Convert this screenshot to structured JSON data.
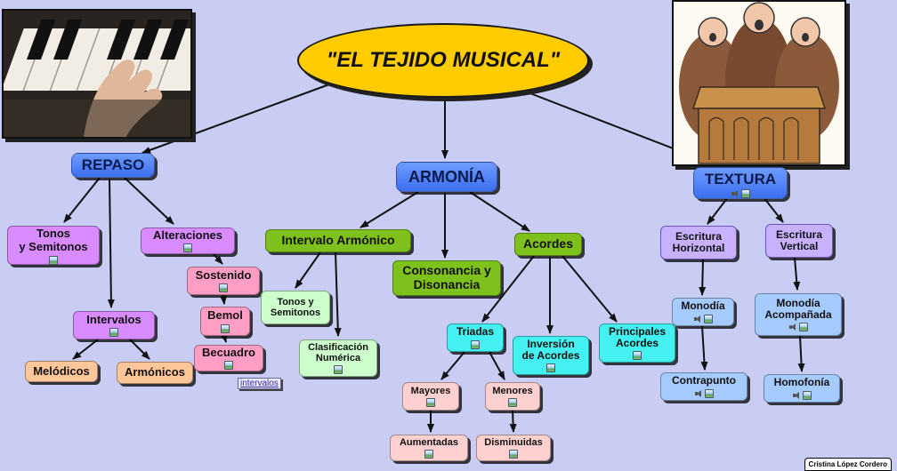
{
  "title": "\"EL TEJIDO MUSICAL\"",
  "nodes": {
    "repaso": "REPASO",
    "armonia": "ARMONÍA",
    "textura": "TEXTURA",
    "tonos": "Tonos\ny Semitonos",
    "alteraciones": "Alteraciones",
    "intervalos": "Intervalos",
    "melodicos": "Melódicos",
    "armonicos": "Armónicos",
    "sostenido": "Sostenido",
    "bemol": "Bemol",
    "becuadro": "Becuadro",
    "intervalo_armonico": "Intervalo Armónico",
    "consonancia": "Consonancia y\nDisonancia",
    "acordes": "Acordes",
    "tonos_semitonos2": "Tonos y\nSemitonos",
    "clasificacion": "Clasificación\nNumérica",
    "triadas": "Triadas",
    "inversion": "Inversión\nde Acordes",
    "principales": "Principales\nAcordes",
    "mayores": "Mayores",
    "menores": "Menores",
    "aumentadas": "Aumentadas",
    "disminuidas": "Disminuidas",
    "escritura_horizontal": "Escritura\nHorizontal",
    "escritura_vertical": "Escritura\nVertical",
    "monodia": "Monodía",
    "monodia_acompanada": "Monodía\nAcompañada",
    "contrapunto": "Contrapunto",
    "homofonia": "Homofonía"
  },
  "link_intervalos": "intervalos",
  "credit": "Cristina López Cordero"
}
